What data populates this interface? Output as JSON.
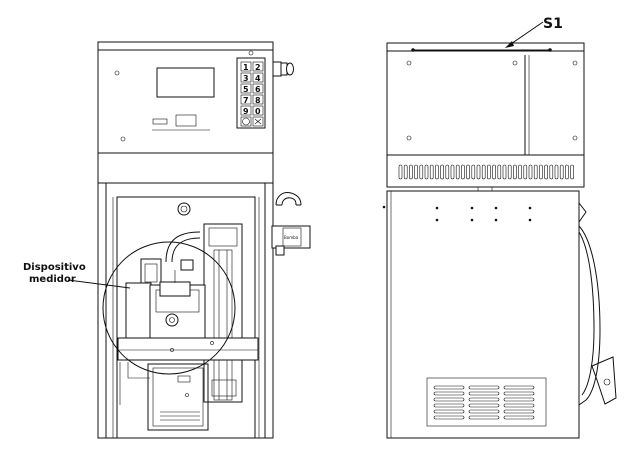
{
  "labels": {
    "metering_device_line1": "Dispositivo",
    "metering_device_line2": "medidor",
    "seal_ref": "S1",
    "nozzle_plate": "Bomba"
  },
  "keypad": {
    "keys": [
      "1",
      "2",
      "3",
      "4",
      "5",
      "6",
      "7",
      "8",
      "9",
      "0"
    ]
  }
}
